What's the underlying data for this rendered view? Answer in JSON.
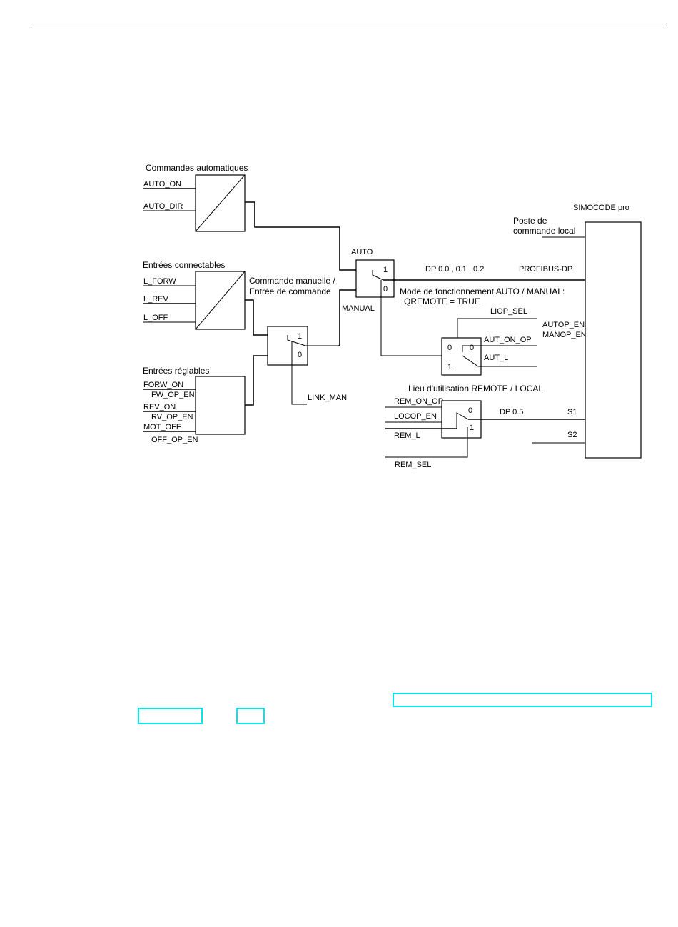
{
  "labels": {
    "commandes_auto": "Commandes automatiques",
    "auto_on": "AUTO_ON",
    "auto_dir": "AUTO_DIR",
    "entrees_connectables": "Entrées connectables",
    "l_forw": "L_FORW",
    "l_rev": "L_REV",
    "l_off": "L_OFF",
    "cmd_manuelle": "Commande manuelle /",
    "entree_cmd": "Entrée de commande",
    "entrees_reglables": "Entrées réglables",
    "forw_on": "FORW_ON",
    "fw_op_en": "FW_OP_EN",
    "rev_on": "REV_ON",
    "rv_op_en": "RV_OP_EN",
    "mot_off": "MOT_OFF",
    "off_op_en": "OFF_OP_EN",
    "link_man": "LINK_MAN",
    "auto": "AUTO",
    "manual": "MANUAL",
    "dp_010203": "DP 0.0 , 0.1 , 0.2",
    "profibus_dp": "PROFIBUS-DP",
    "mode_fonctionnement": "Mode de fonctionnement AUTO / MANUAL:",
    "qremote": "QREMOTE = TRUE",
    "liop_sel": "LIOP_SEL",
    "autop_en": "AUTOP_EN",
    "manop_en": "MANOP_EN",
    "aut_on_op": "AUT_ON_OP",
    "aut_l": "AUT_L",
    "lieu_utilisation": "Lieu d'utilisation REMOTE / LOCAL",
    "rem_on_op": "REM_ON_OP",
    "locop_en": "LOCOP_EN",
    "rem_l": "REM_L",
    "rem_sel": "REM_SEL",
    "dp_05": "DP 0.5",
    "s1": "S1",
    "s2": "S2",
    "simocode_pro": "SIMOCODE pro",
    "poste_de": "Poste de",
    "commande_local": "commande local",
    "one": "1",
    "zero": "0"
  }
}
